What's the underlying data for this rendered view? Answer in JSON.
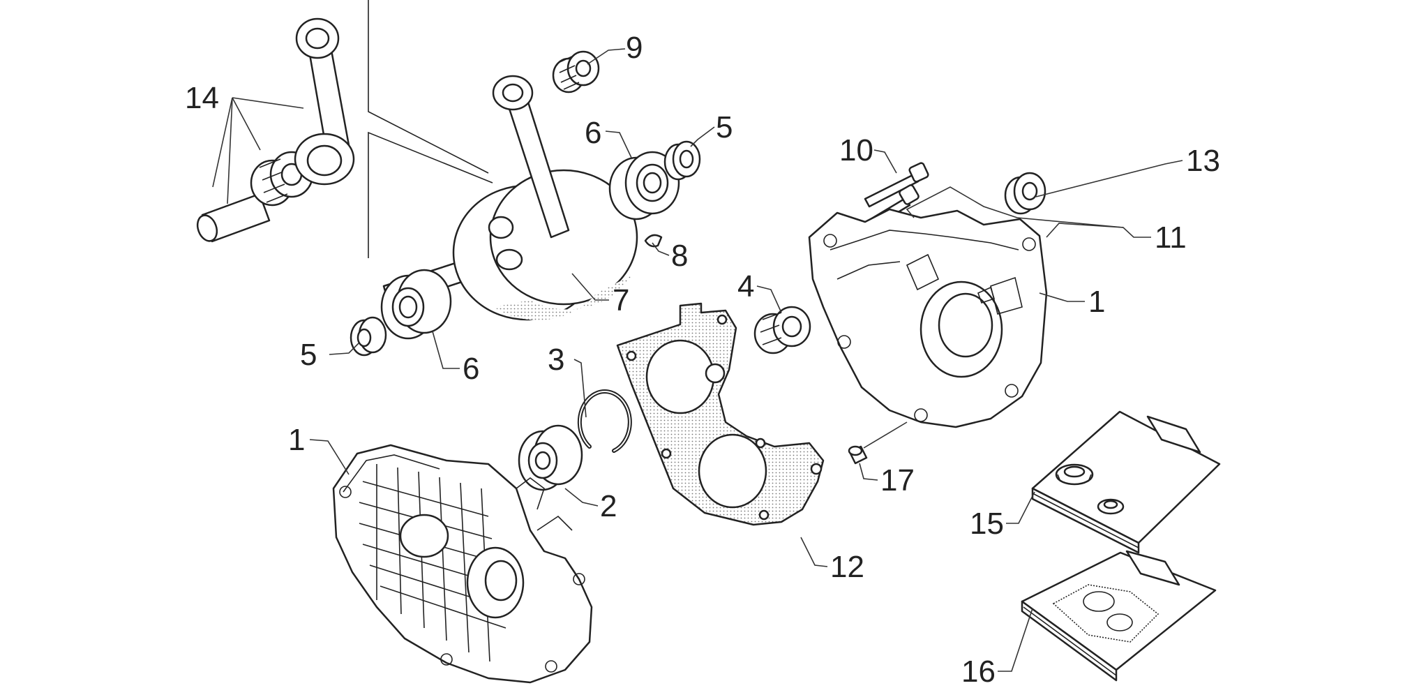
{
  "callouts": [
    {
      "id": "c14",
      "label": "14"
    },
    {
      "id": "c9",
      "label": "9"
    },
    {
      "id": "c6a",
      "label": "6"
    },
    {
      "id": "c5a",
      "label": "5"
    },
    {
      "id": "c10",
      "label": "10"
    },
    {
      "id": "c13",
      "label": "13"
    },
    {
      "id": "c8",
      "label": "8"
    },
    {
      "id": "c11",
      "label": "11"
    },
    {
      "id": "c7",
      "label": "7"
    },
    {
      "id": "c4",
      "label": "4"
    },
    {
      "id": "c1a",
      "label": "1"
    },
    {
      "id": "c5b",
      "label": "5"
    },
    {
      "id": "c6b",
      "label": "6"
    },
    {
      "id": "c3",
      "label": "3"
    },
    {
      "id": "c1b",
      "label": "1"
    },
    {
      "id": "c2",
      "label": "2"
    },
    {
      "id": "c17",
      "label": "17"
    },
    {
      "id": "c15",
      "label": "15"
    },
    {
      "id": "c12",
      "label": "12"
    },
    {
      "id": "c16",
      "label": "16"
    }
  ]
}
